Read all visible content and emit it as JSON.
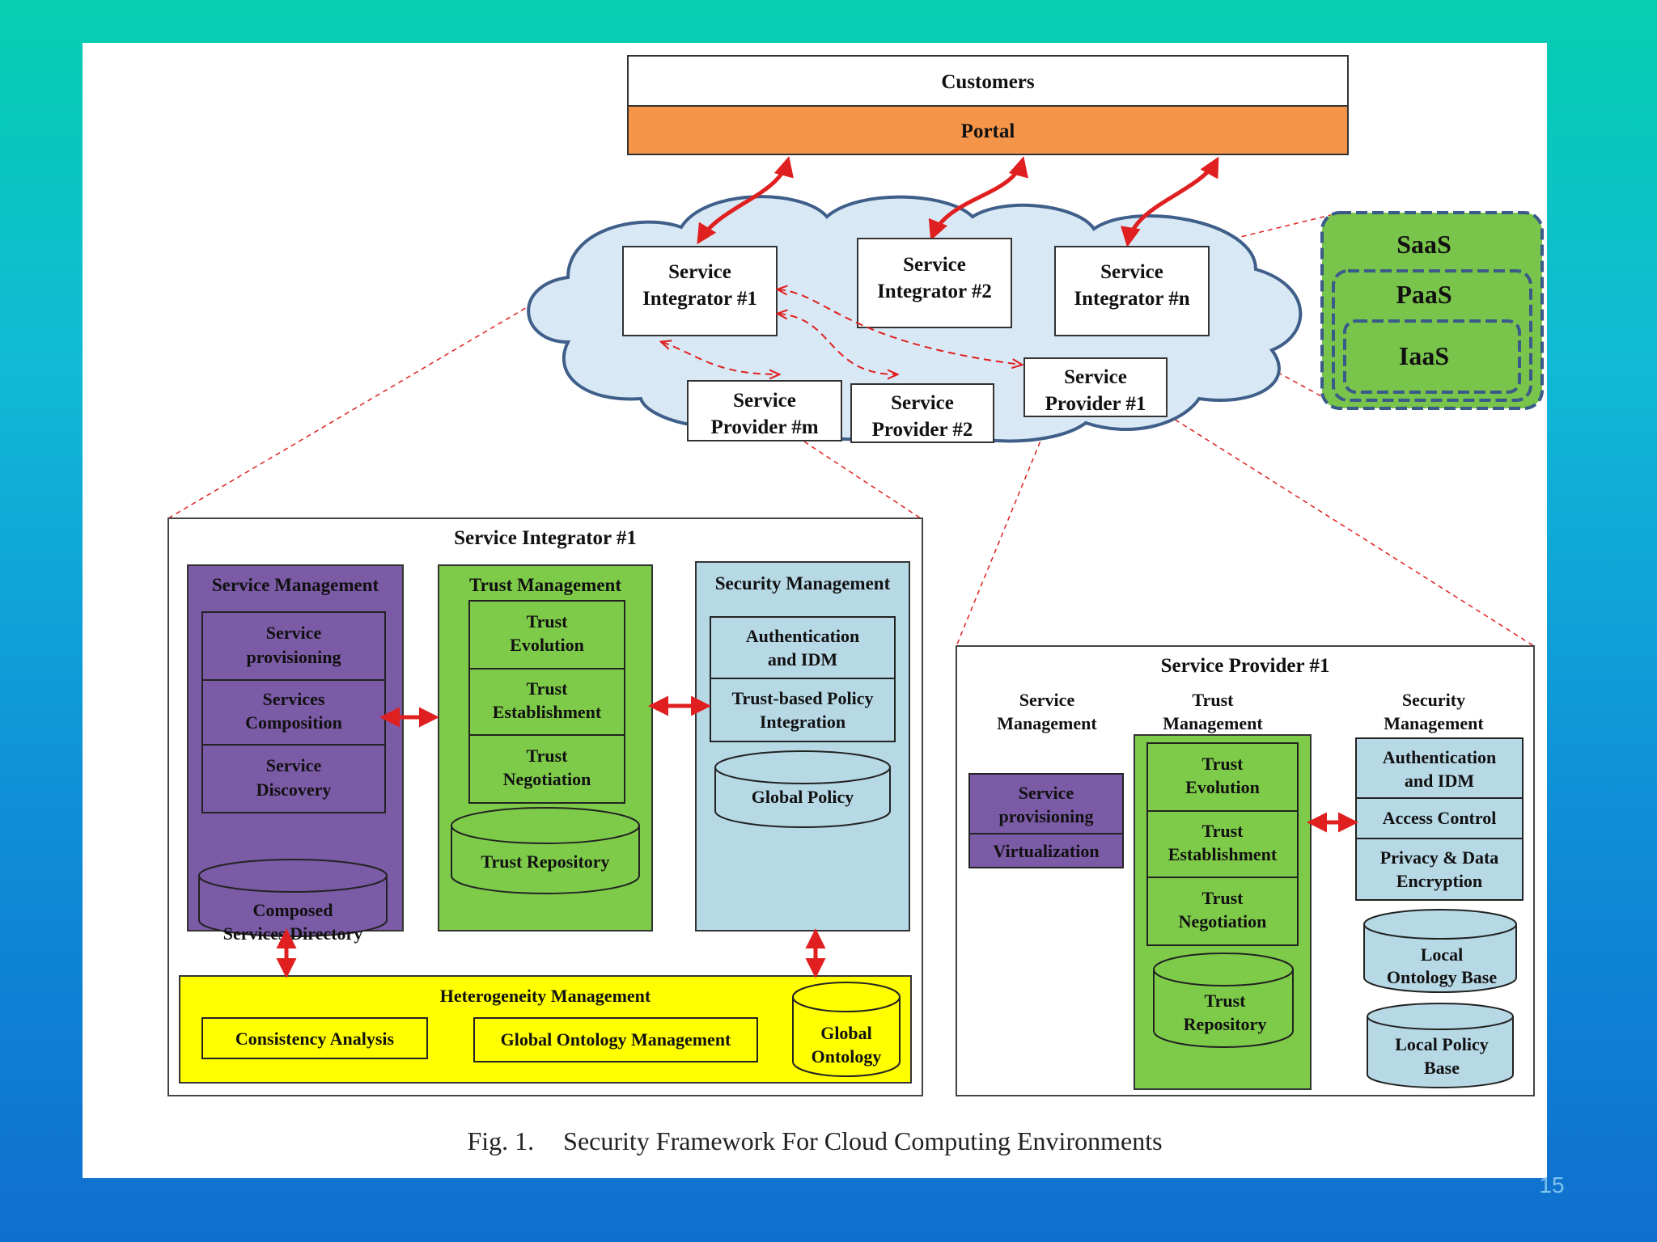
{
  "slide_number": "15",
  "caption": {
    "fig": "Fig. 1.",
    "title": "Security Framework For Cloud Computing Environments"
  },
  "top": {
    "customers": "Customers",
    "portal": "Portal"
  },
  "cloud": {
    "integrators": [
      {
        "l1": "Service",
        "l2": "Integrator #1"
      },
      {
        "l1": "Service",
        "l2": "Integrator #2"
      },
      {
        "l1": "Service",
        "l2": "Integrator #n"
      }
    ],
    "providers": [
      {
        "l1": "Service",
        "l2": "Provider #m"
      },
      {
        "l1": "Service",
        "l2": "Provider #2"
      },
      {
        "l1": "Service",
        "l2": "Provider #1"
      }
    ]
  },
  "layers": {
    "saas": "SaaS",
    "paas": "PaaS",
    "iaas": "IaaS"
  },
  "integrator_panel": {
    "title": "Service Integrator #1",
    "service_mgmt": {
      "title": "Service Management",
      "items": [
        [
          "Service",
          "provisioning"
        ],
        [
          "Services",
          "Composition"
        ],
        [
          "Service",
          "Discovery"
        ]
      ],
      "db": [
        "Composed",
        "Services Directory"
      ]
    },
    "trust_mgmt": {
      "title": "Trust Management",
      "items": [
        [
          "Trust",
          "Evolution"
        ],
        [
          "Trust",
          "Establishment"
        ],
        [
          "Trust",
          "Negotiation"
        ]
      ],
      "db": "Trust Repository"
    },
    "security_mgmt": {
      "title": "Security Management",
      "items": [
        [
          "Authentication",
          "and IDM"
        ],
        [
          "Trust-based Policy",
          "Integration"
        ]
      ],
      "db": "Global Policy"
    },
    "hetero": {
      "title": "Heterogeneity Management",
      "consistency": "Consistency Analysis",
      "ontology_mgmt": "Global Ontology Management",
      "db": [
        "Global",
        "Ontology"
      ]
    }
  },
  "provider_panel": {
    "title": "Service Provider #1",
    "service_mgmt": {
      "title": [
        "Service",
        "Management"
      ],
      "items": [
        [
          "Service",
          "provisioning"
        ],
        [
          "Virtualization"
        ]
      ]
    },
    "trust_mgmt": {
      "title": [
        "Trust",
        "Management"
      ],
      "items": [
        [
          "Trust",
          "Evolution"
        ],
        [
          "Trust",
          "Establishment"
        ],
        [
          "Trust",
          "Negotiation"
        ]
      ],
      "db": [
        "Trust",
        "Repository"
      ]
    },
    "security_mgmt": {
      "title": [
        "Security",
        "Management"
      ],
      "items": [
        [
          "Authentication",
          "and IDM"
        ],
        [
          "Access Control"
        ],
        [
          "Privacy & Data",
          "Encryption"
        ]
      ],
      "dbs": [
        [
          "Local",
          "Ontology Base"
        ],
        [
          "Local Policy",
          "Base"
        ]
      ]
    }
  },
  "colors": {
    "portal": "#f5954a",
    "purple": "#7b5aa6",
    "green": "#7ecb4a",
    "lightblue": "#b7d9e6",
    "yellow": "#ffff00",
    "red": "#e02020",
    "cloud": "#d8e8f4",
    "layers": "#79c44a"
  }
}
